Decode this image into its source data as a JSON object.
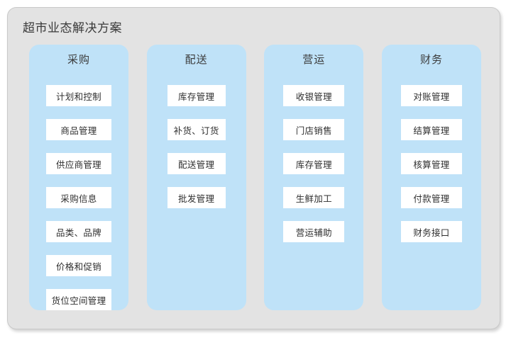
{
  "diagram": {
    "title": "超市业态解决方案",
    "background_color": "#e3e3e3",
    "column_color": "#bfe2f8",
    "item_color": "#ffffff",
    "columns": [
      {
        "header": "采购",
        "items": [
          "计划和控制",
          "商品管理",
          "供应商管理",
          "采购信息",
          "品类、品牌",
          "价格和促销",
          "货位空间管理"
        ]
      },
      {
        "header": "配送",
        "items": [
          "库存管理",
          "补货、订货",
          "配送管理",
          "批发管理"
        ]
      },
      {
        "header": "营运",
        "items": [
          "收银管理",
          "门店销售",
          "库存管理",
          "生鲜加工",
          "营运辅助"
        ]
      },
      {
        "header": "财务",
        "items": [
          "对账管理",
          "结算管理",
          "核算管理",
          "付款管理",
          "财务接口"
        ]
      }
    ]
  }
}
